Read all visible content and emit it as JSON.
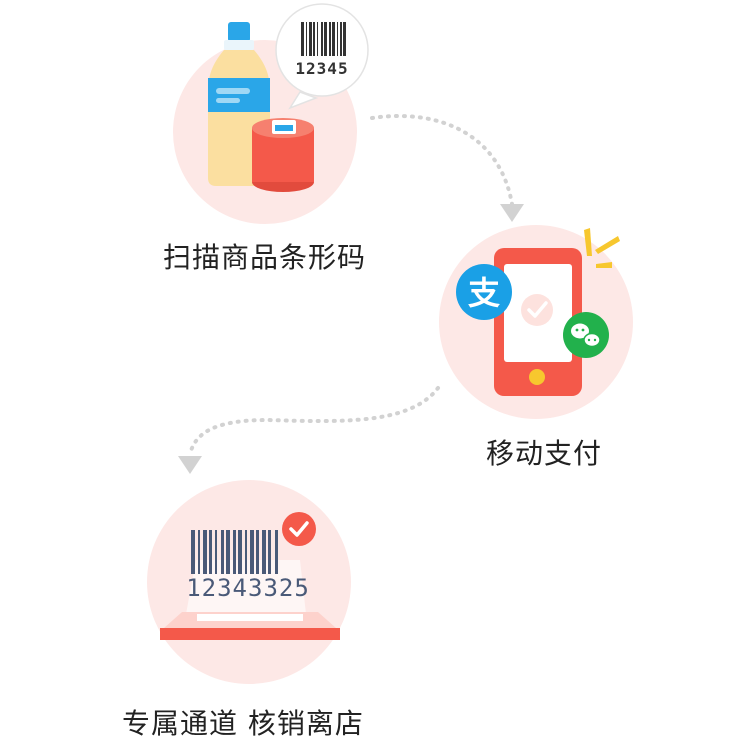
{
  "steps": [
    {
      "label": "扫描商品条形码",
      "barcode_number": "12345",
      "icon": "bottle-and-can-icon"
    },
    {
      "label": "移动支付",
      "icon": "phone-payment-icon",
      "payment_badge": "支"
    },
    {
      "label": "专属通道 核销离店",
      "barcode_number": "12343325",
      "icon": "barcode-scanner-icon"
    }
  ],
  "colors": {
    "circle_bg": "#fde8e6",
    "accent_red": "#f4594a",
    "bottle_yellow": "#fbdfa0",
    "bottle_label": "#2aa6e8",
    "alipay_blue": "#1aa0e6",
    "wechat_green": "#22b14c",
    "arrow_gray": "#d2d2d2",
    "spark_yellow": "#f7c72e"
  }
}
